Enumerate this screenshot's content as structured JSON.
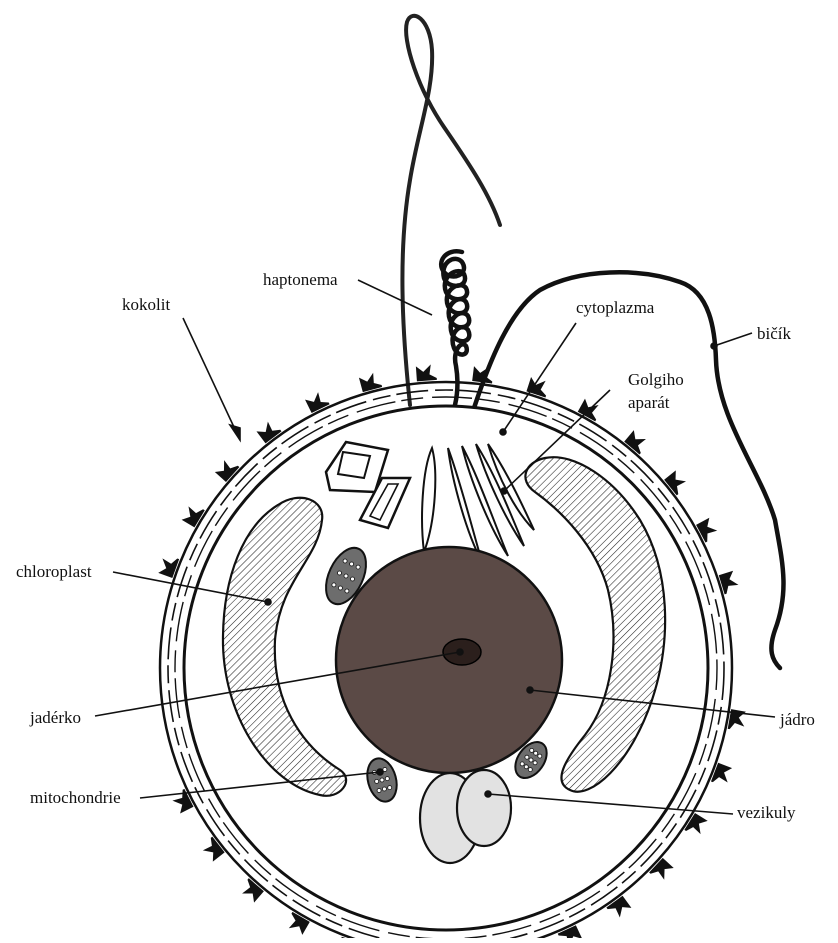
{
  "labels": {
    "kokolit": "kokolit",
    "haptonema": "haptonema",
    "cytoplazma": "cytoplazma",
    "bicik": "bičík",
    "golgi_line1": "Golgiho",
    "golgi_line2": "aparát",
    "chloroplast": "chloroplast",
    "jaderko": "jadérko",
    "jadro": "jádro",
    "mitochondrie": "mitochondrie",
    "vezikuly": "vezikuly"
  },
  "colors": {
    "ink": "#111111",
    "nucleus": "#5b4a46",
    "nucleolus": "#2b1f1c",
    "vesicle": "#e2e2e2",
    "mitochondrion": "#6d6d6d",
    "background": "#ffffff"
  }
}
